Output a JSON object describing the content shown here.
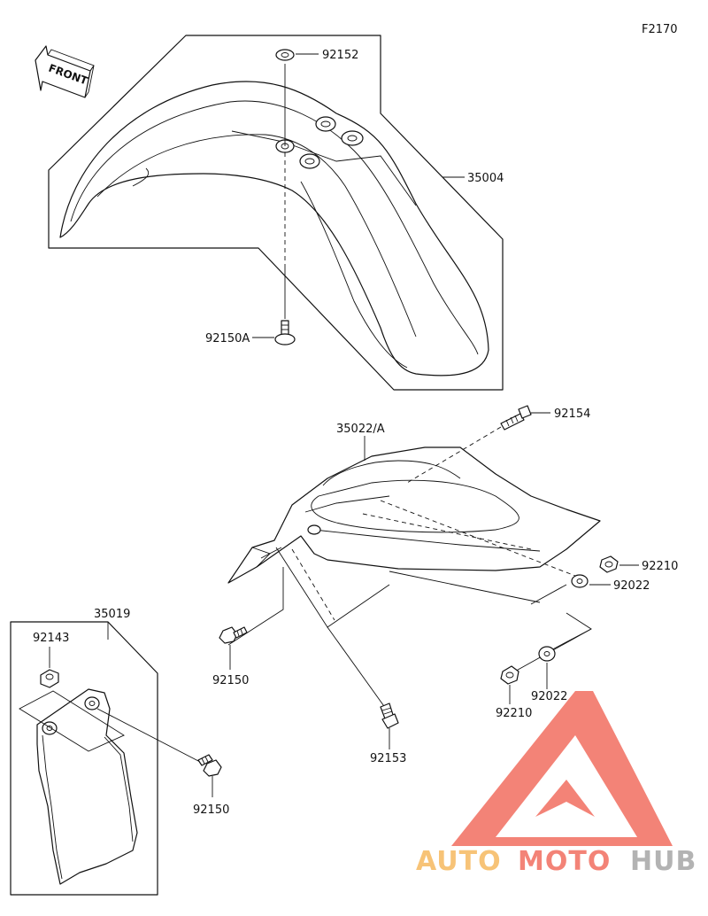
{
  "figure_code": "F2170",
  "front_marker": "FRONT",
  "callouts": {
    "c92152": "92152",
    "c35004": "35004",
    "c92150A": "92150A",
    "c35022A": "35022/A",
    "c92154": "92154",
    "c92210a": "92210",
    "c92022a": "92022",
    "c35019": "35019",
    "c92143": "92143",
    "c92150a": "92150",
    "c92153": "92153",
    "c92210b": "92210",
    "c92022b": "92022",
    "c92150b": "92150"
  },
  "watermark": {
    "part1": "AUTO",
    "part2": "MOTO",
    "part3": "HUB",
    "color_orange": "#f5b04a",
    "color_red": "#ef5a4a",
    "color_grey": "#9a9a9a"
  }
}
